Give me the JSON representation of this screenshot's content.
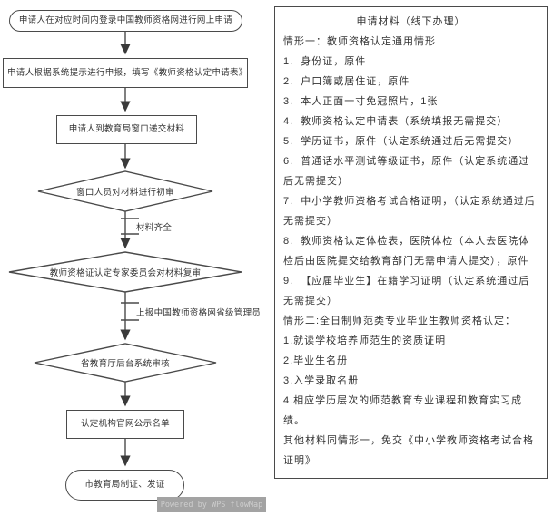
{
  "flowchart": {
    "nodes": [
      {
        "id": "start",
        "shape": "stadium",
        "label": "申请人在对应时间内登录中国教师资格网进行网上申请"
      },
      {
        "id": "online-declare",
        "shape": "rect",
        "label": "申请人根据系统提示进行申报，填写《教师资格认定申请表》"
      },
      {
        "id": "submit-materials",
        "shape": "rect",
        "label": "申请人到教育局窗口递交材料"
      },
      {
        "id": "initial-review",
        "shape": "diamond",
        "label": "窗口人员对材料进行初审"
      },
      {
        "id": "expert-review",
        "shape": "diamond",
        "label": "教师资格证认定专家委员会对材料复审"
      },
      {
        "id": "system-review",
        "shape": "diamond",
        "label": "省教育厅后台系统审核"
      },
      {
        "id": "publicity",
        "shape": "rect",
        "label": "认定机构官网公示名单"
      },
      {
        "id": "end",
        "shape": "stadium",
        "label": "市教育局制证、发证"
      }
    ],
    "edge_labels": [
      "材料齐全",
      "上报中国教师资格网省级管理员"
    ],
    "watermark": "Powered by WPS flowMap"
  },
  "panel": {
    "title": "申请材料（线下办理）",
    "lines": [
      "情形一：教师资格认定通用情形",
      "1.  身份证，原件",
      "2.  户口簿或居住证，原件",
      "3.  本人正面一寸免冠照片，1张",
      "4.  教师资格认定申请表（系统填报无需提交）",
      "5.  学历证书，原件（认定系统通过后无需提交）",
      "6.  普通话水平测试等级证书，原件（认定系统通过后无需提交）",
      "7.  中小学教师资格考试合格证明，（认定系统通过后无需提交）",
      "8.  教师资格认定体检表，医院体检（本人去医院体检后由医院提交给教育部门无需申请人提交），原件",
      "9.  【应届毕业生】在籍学习证明（认定系统通过后无需提交）",
      "情形二:全日制师范类专业毕业生教师资格认定：",
      "1.就读学校培养师范生的资质证明",
      "2.毕业生名册",
      "3.入学录取名册",
      "4.相应学历层次的师范教育专业课程和教育实习成绩。",
      "其他材料同情形一，免交《中小学教师资格考试合格证明》"
    ]
  },
  "colors": {
    "line": "#4a4a4a",
    "text": "#333333",
    "watermark_bg": "#a3a3a3",
    "watermark_text": "#cdcdcd"
  }
}
